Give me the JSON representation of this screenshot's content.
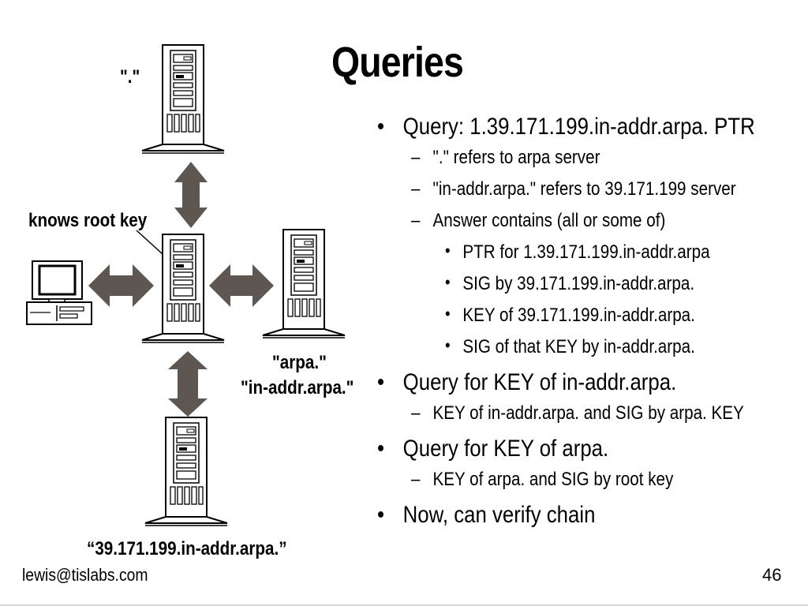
{
  "title": "Queries",
  "diagram": {
    "root_server_label": "\".\"",
    "knows_root_key_label": "knows root key",
    "arpa_label_line1": "\"arpa.\"",
    "arpa_label_line2": "\"in-addr.arpa.\"",
    "bottom_server_label": "“39.171.199.in-addr.arpa.”",
    "icons": [
      "root-server-icon",
      "resolver-server-icon",
      "arpa-server-icon",
      "zone-server-icon",
      "client-computer-icon"
    ]
  },
  "bullets": [
    {
      "text": "Query: 1.39.171.199.in-addr.arpa. PTR",
      "sub": [
        {
          "text": "\".\" refers to arpa server",
          "sub": []
        },
        {
          "text": "\"in-addr.arpa.\" refers to 39.171.199 server",
          "sub": []
        },
        {
          "text": "Answer contains (all or some of)",
          "sub": [
            "PTR for 1.39.171.199.in-addr.arpa",
            "SIG by 39.171.199.in-addr.arpa.",
            "KEY of 39.171.199.in-addr.arpa.",
            "SIG of that KEY by in-addr.arpa."
          ]
        }
      ]
    },
    {
      "text": "Query for KEY of in-addr.arpa.",
      "sub": [
        {
          "text": "KEY of in-addr.arpa. and SIG by arpa. KEY",
          "sub": []
        }
      ]
    },
    {
      "text": "Query for KEY of arpa.",
      "sub": [
        {
          "text": "KEY of arpa. and SIG by root key",
          "sub": []
        }
      ]
    },
    {
      "text": "Now, can verify chain",
      "sub": []
    }
  ],
  "footer": {
    "email": "lewis@tislabs.com",
    "page_number": "46"
  },
  "colors": {
    "arrow_fill": "#5e5650",
    "text": "#000000",
    "background": "#ffffff"
  }
}
